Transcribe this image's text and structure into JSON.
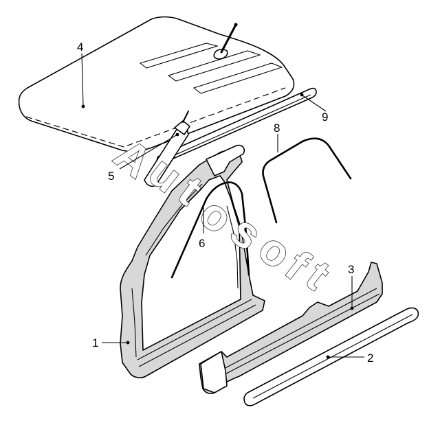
{
  "callouts": [
    {
      "id": "1",
      "text": "1"
    },
    {
      "id": "2",
      "text": "2"
    },
    {
      "id": "3",
      "text": "3"
    },
    {
      "id": "4",
      "text": "4"
    },
    {
      "id": "5",
      "text": "5"
    },
    {
      "id": "6",
      "text": "6"
    },
    {
      "id": "8",
      "text": "8"
    },
    {
      "id": "9",
      "text": "9"
    }
  ],
  "watermark": {
    "letters": [
      "A",
      "u",
      "t",
      "o",
      "s",
      "o",
      "f",
      "t"
    ]
  },
  "colors": {
    "line": "#000000",
    "background": "#ffffff",
    "panel_shade": "#d8d8d8"
  }
}
